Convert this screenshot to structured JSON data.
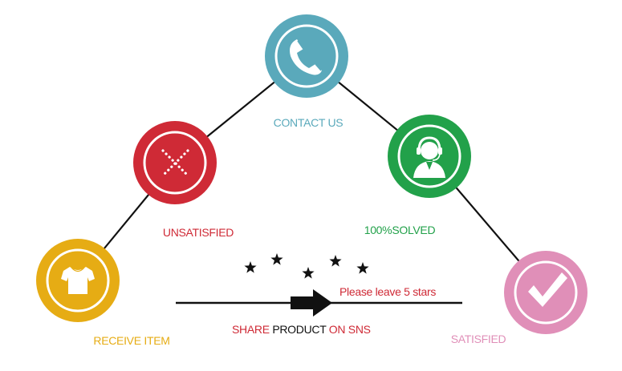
{
  "nodes": [
    {
      "id": "receive-item",
      "label": "RECEIVE ITEM",
      "color": "#e6ac14",
      "icon": "tshirt-icon"
    },
    {
      "id": "unsatisfied",
      "label": "UNSATISFIED",
      "color": "#cf2a36",
      "icon": "cross-icon"
    },
    {
      "id": "contact-us",
      "label": "CONTACT US",
      "color": "#5aa9bb",
      "icon": "phone-icon"
    },
    {
      "id": "solved",
      "label": "100%SOLVED",
      "color": "#22a14a",
      "icon": "support-agent-icon"
    },
    {
      "id": "satisfied",
      "label": "SATISFIED",
      "color": "#e08fb8",
      "icon": "checkmark-icon"
    }
  ],
  "arrow": {
    "note": "Please leave 5 stars",
    "note_color": "#cf2a36",
    "stars": 5,
    "caption": [
      {
        "text": "SHARE ",
        "color": "#cf2a36"
      },
      {
        "text": "PRODUCT ",
        "color": "#111111"
      },
      {
        "text": "ON SNS",
        "color": "#cf2a36"
      }
    ]
  },
  "colors": {
    "line": "#111111",
    "ring": "#ffffff"
  }
}
